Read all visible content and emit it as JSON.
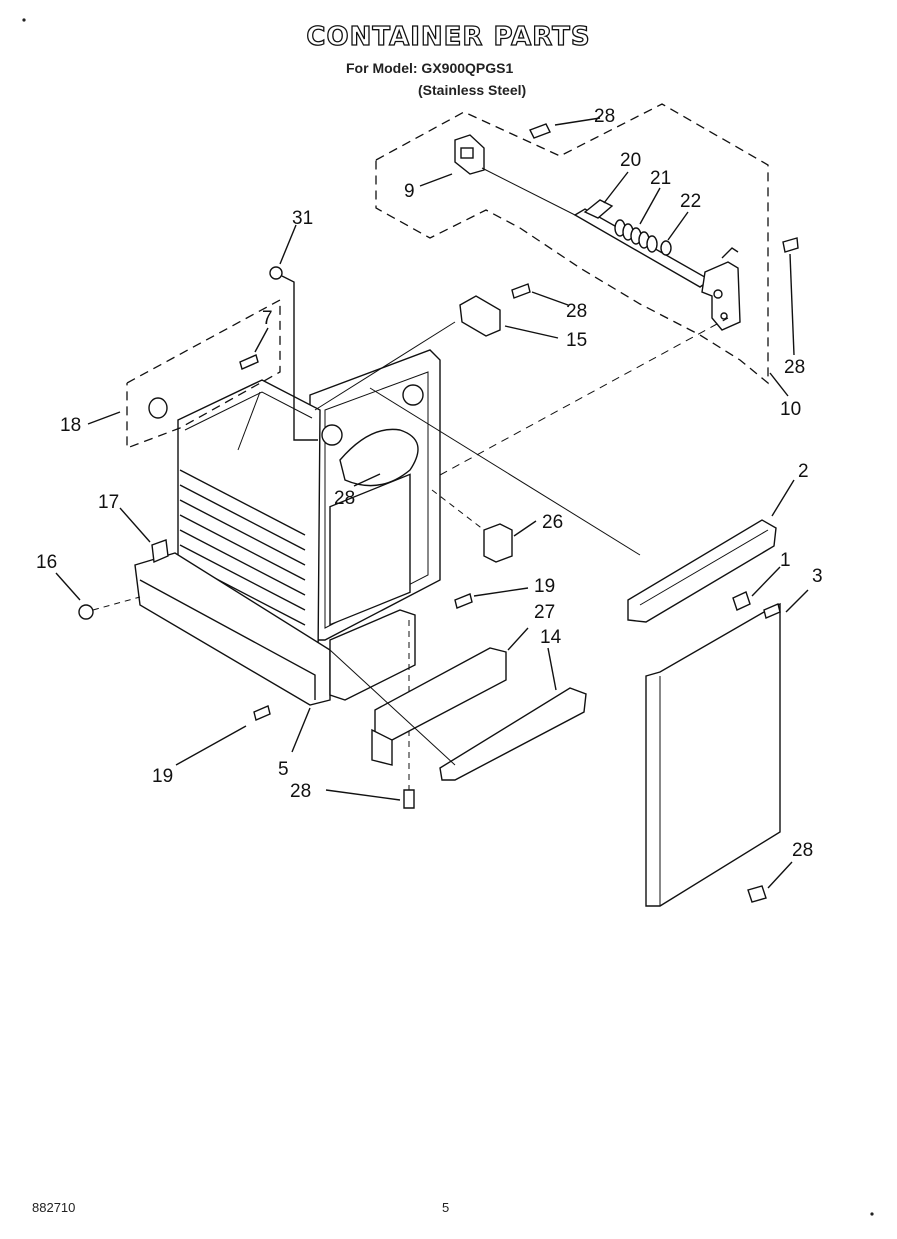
{
  "header": {
    "title": "CONTAINER PARTS",
    "model_line": "For Model: GX900QPGS1",
    "variant": "(Stainless Steel)"
  },
  "footer": {
    "code": "882710",
    "page_number": "5"
  },
  "callouts": {
    "c1": "1",
    "c2": "2",
    "c3": "3",
    "c5": "5",
    "c7": "7",
    "c9": "9",
    "c10": "10",
    "c14": "14",
    "c15": "15",
    "c16": "16",
    "c17": "17",
    "c18": "18",
    "c19a": "19",
    "c19b": "19",
    "c20": "20",
    "c21": "21",
    "c22": "22",
    "c26": "26",
    "c27": "27",
    "c28a": "28",
    "c28b": "28",
    "c28c": "28",
    "c28d": "28",
    "c28e": "28",
    "c28f": "28",
    "c31": "31"
  }
}
